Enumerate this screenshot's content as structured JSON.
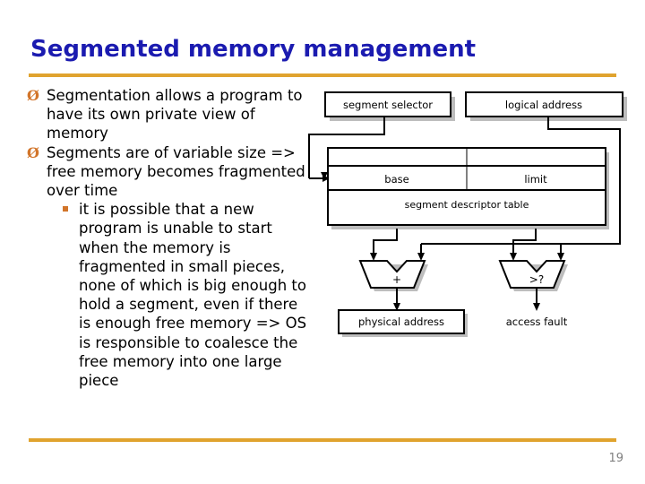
{
  "slide": {
    "title": "Segmented memory management",
    "page_number": "19",
    "accent_color": "#e0a32e",
    "title_color": "#1b1bb0",
    "bullet_color": "#d2752a"
  },
  "body": {
    "bullets": [
      {
        "level": 1,
        "marker": "Ø",
        "marker_name": "arrow-bullet-icon",
        "text": "Segmentation allows a program to have its own private view of memory"
      },
      {
        "level": 1,
        "marker": "Ø",
        "marker_name": "arrow-bullet-icon",
        "text": "Segments are of variable size => free memory becomes fragmented over time"
      },
      {
        "level": 2,
        "marker": "§",
        "marker_name": "square-bullet-icon",
        "text": "it is possible that a new program is unable to start when the memory is fragmented in small pieces, none of which is big enough to hold a segment, even if there is enough free memory => OS is responsible to coalesce the free memory into one large piece"
      }
    ]
  },
  "diagram": {
    "title": "segment translation diagram",
    "nodes": {
      "segment_selector": "segment selector",
      "logical_address": "logical address",
      "base": "base",
      "limit": "limit",
      "descriptor_table": "segment descriptor table",
      "adder": "+",
      "comparator": ">?",
      "physical_address": "physical address",
      "access_fault": "access fault"
    }
  }
}
